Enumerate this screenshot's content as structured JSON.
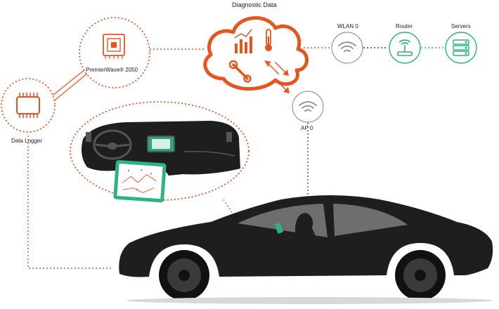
{
  "labels": {
    "diagnostic_data": "Diagnostic Data",
    "premierwave": "PremierWave® 2050",
    "data_logger": "Data Logger",
    "wlan": "WLAN 0",
    "router": "Router",
    "servers": "Servers",
    "ap": "AP 0"
  },
  "colors": {
    "orange": "#e8541e",
    "gray": "#8a8a8a",
    "green": "#2db57e",
    "dark": "#1e1e1e"
  }
}
